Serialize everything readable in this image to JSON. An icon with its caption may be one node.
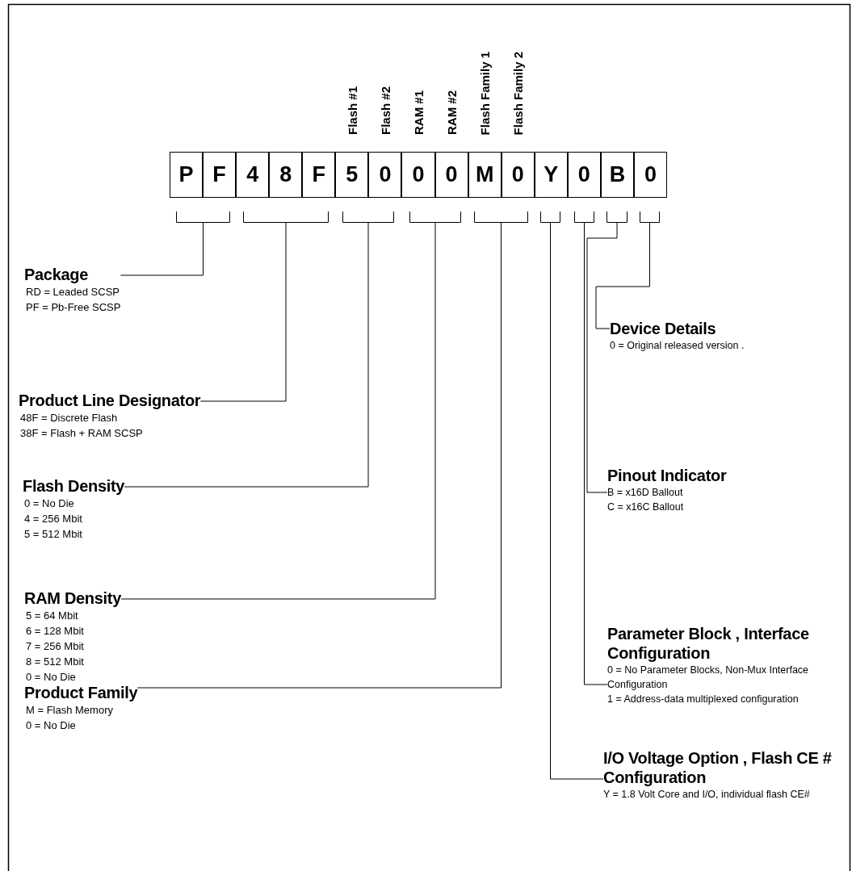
{
  "diagram": {
    "nodes": [
      {
        "text": [
          "P"
        ]
      },
      {
        "text": [
          "F"
        ]
      },
      {
        "text": [
          "4"
        ]
      },
      {
        "text": [
          "8"
        ]
      },
      {
        "text": [
          "F"
        ]
      },
      {
        "text": [
          "5"
        ],
        "beside": [
          "Flash #1"
        ]
      },
      {
        "text": [
          "0"
        ],
        "beside": [
          "Flash #2"
        ]
      },
      {
        "text": [
          "0"
        ],
        "beside": [
          "RAM #1"
        ]
      },
      {
        "text": [
          "0"
        ],
        "beside": [
          "RAM #2"
        ]
      },
      {
        "text": [
          "M"
        ],
        "beside": [
          "Flash Family 1"
        ]
      },
      {
        "text": [
          "0"
        ],
        "beside": [
          "Flash Family 2"
        ]
      },
      {
        "text": [
          "Y"
        ]
      },
      {
        "text": [
          "0"
        ]
      },
      {
        "text": [
          "B"
        ]
      },
      {
        "text": [
          "0"
        ]
      },
      {
        "text": [],
        "shape": "bracket"
      },
      {
        "text": [],
        "shape": "bracket"
      },
      {
        "text": [],
        "shape": "bracket"
      },
      {
        "text": [],
        "shape": "bracket"
      },
      {
        "text": [],
        "shape": "bracket"
      },
      {
        "text": [],
        "shape": "bracket"
      },
      {
        "text": [],
        "shape": "bracket"
      },
      {
        "text": [],
        "shape": "bracket"
      },
      {
        "text": [],
        "shape": "bracket"
      },
      {
        "text": [
          "Package",
          "RD =  Leaded SCSP",
          "PF =  Pb-Free SCSP"
        ]
      },
      {
        "text": [
          "Product Line Designator",
          "48F = Discrete Flash",
          "38F = Flash + RAM SCSP"
        ]
      },
      {
        "text": [
          "Flash Density",
          "0 = No Die",
          "4 = 256 Mbit",
          "5 = 512 Mbit"
        ]
      },
      {
        "text": [
          "RAM Density",
          "5 = 64 Mbit",
          "6 = 128 Mbit",
          "7 = 256 Mbit",
          "8 = 512 Mbit",
          "0 = No Die"
        ]
      },
      {
        "text": [
          "Product Family",
          "M = Flash Memory",
          "0 = No Die"
        ]
      },
      {
        "text": [
          "Device Details",
          "0 = Original released version ."
        ]
      },
      {
        "text": [
          "Pinout Indicator",
          "B = x16D Ballout",
          "C = x16C Ballout"
        ]
      },
      {
        "text": [
          "Parameter Block , Interface Configuration",
          "0 = No Parameter Blocks, Non-Mux Interface Configuration",
          "1 = Address-data multiplexed configuration"
        ]
      },
      {
        "text": [
          "I/O Voltage Option , Flash CE # Configuration",
          "Y = 1.8 Volt Core and I/O, individual flash CE#"
        ]
      }
    ],
    "edges": [
      {
        "from": 24,
        "to": 15,
        "arrow": "none"
      },
      {
        "from": 25,
        "to": 16,
        "arrow": "none"
      },
      {
        "from": 26,
        "to": 17,
        "arrow": "none"
      },
      {
        "from": 27,
        "to": 18,
        "arrow": "none"
      },
      {
        "from": 28,
        "to": 19,
        "arrow": "none"
      },
      {
        "from": 29,
        "to": 23,
        "arrow": "none"
      },
      {
        "from": 30,
        "to": 22,
        "arrow": "none"
      },
      {
        "from": 31,
        "to": 21,
        "arrow": "none"
      },
      {
        "from": 32,
        "to": 20,
        "arrow": "none"
      }
    ]
  }
}
